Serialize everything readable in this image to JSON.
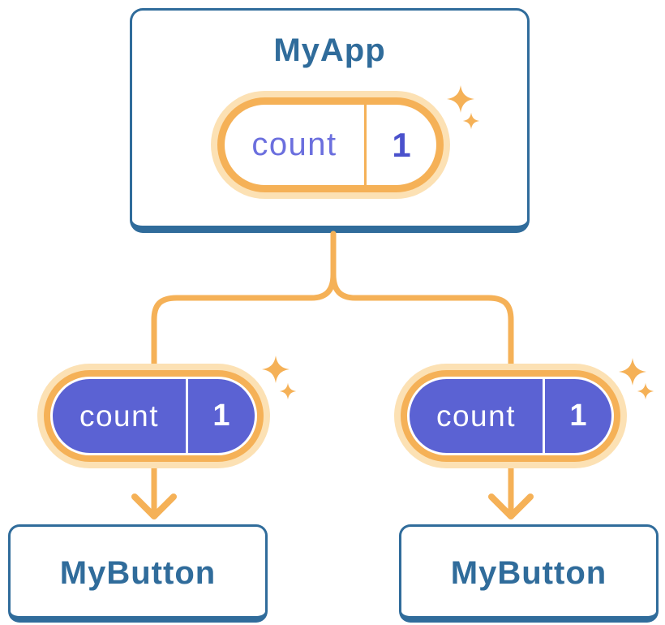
{
  "colors": {
    "blue": "#306C9B",
    "orange": "#F5B157",
    "orange_glow": "#FCE1B4",
    "purple_fill": "#5B62D3",
    "purple_text": "#6B6FDE",
    "purple_value": "#4A51CC",
    "white": "#FFFFFF"
  },
  "root_component": {
    "title": "MyApp",
    "state_pill": {
      "label": "count",
      "value": "1"
    }
  },
  "child_components": [
    {
      "title": "MyButton",
      "prop_pill": {
        "label": "count",
        "value": "1"
      }
    },
    {
      "title": "MyButton",
      "prop_pill": {
        "label": "count",
        "value": "1"
      }
    }
  ],
  "icons": {
    "sparkle": "four-point-star",
    "arrow": "down-chevron-arrow"
  }
}
